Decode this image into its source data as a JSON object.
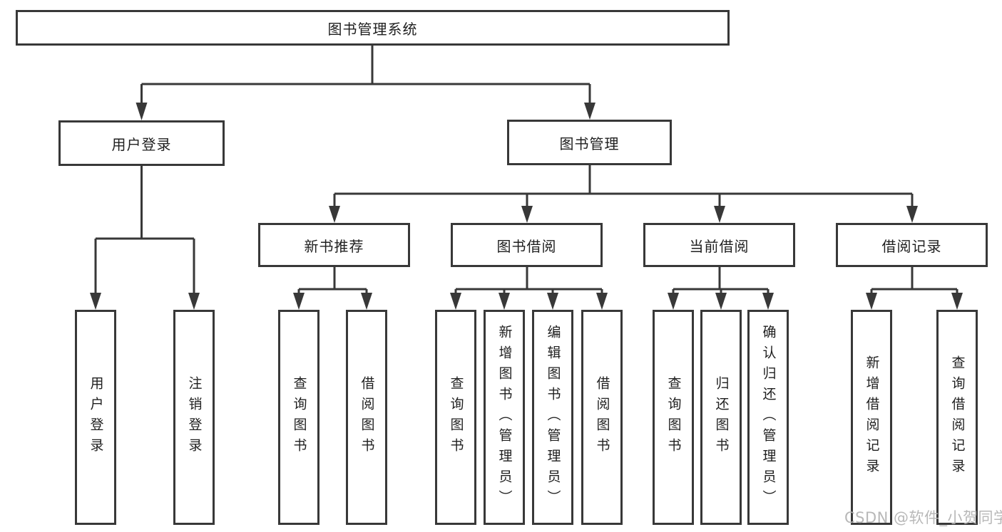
{
  "nodes": {
    "root": "图书管理系统",
    "l2": [
      "用户登录",
      "图书管理"
    ],
    "l3": [
      "新书推荐",
      "图书借阅",
      "当前借阅",
      "借阅记录"
    ],
    "leaves_user": [
      "用户登录",
      "注销登录"
    ],
    "leaves_newbook": [
      "查询图书",
      "借阅图书"
    ],
    "leaves_borrow": [
      "查询图书",
      "新增图书（管理员）",
      "编辑图书（管理员）",
      "借阅图书"
    ],
    "leaves_current": [
      "查询图书",
      "归还图书",
      "确认归还（管理员）"
    ],
    "leaves_records": [
      "新增借阅记录",
      "查询借阅记录"
    ]
  },
  "watermark": "CSDN @软件_小贺同学",
  "colors": {
    "line": "#383838",
    "text": "#1f1f1f",
    "watermark": "#b3b3b3",
    "background": "#ffffff"
  }
}
